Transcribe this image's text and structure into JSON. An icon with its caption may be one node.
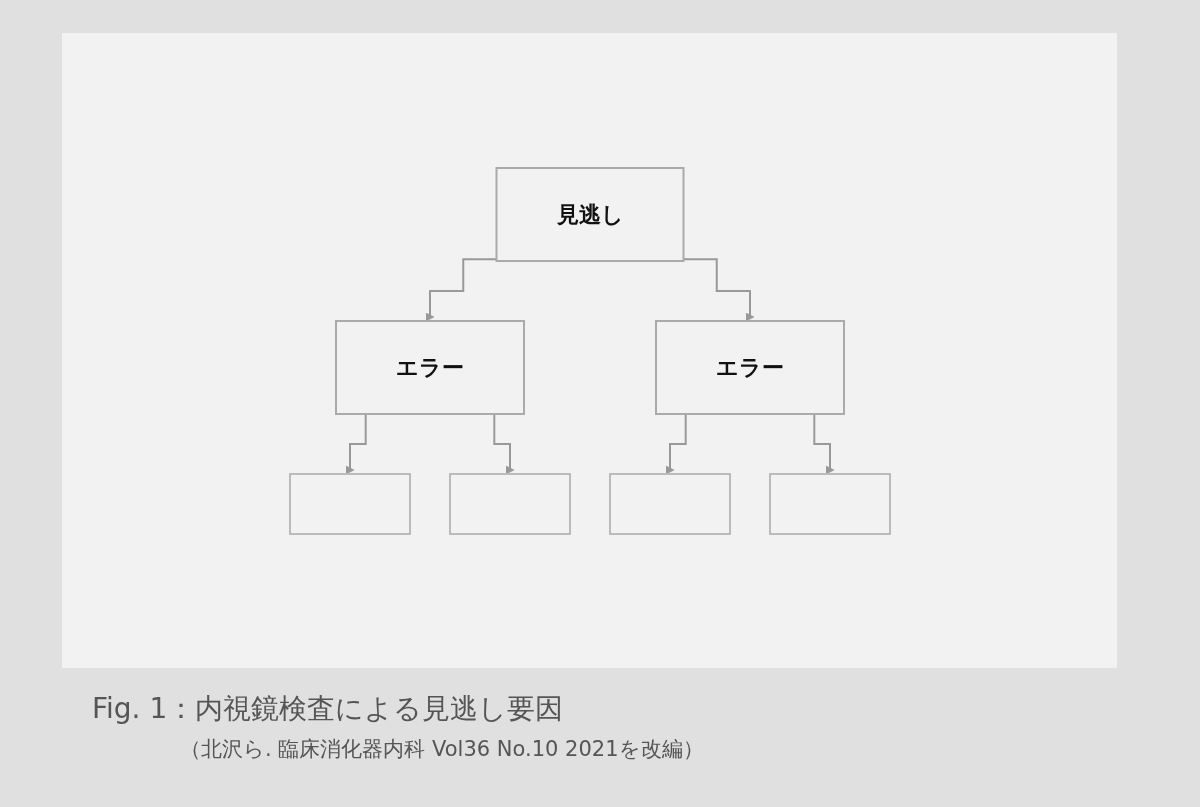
{
  "diagram": {
    "caption": "Fig. 1：内視鏡検査による見逃し要因",
    "nodes": [
      {
        "text": [
          "見逃し"
        ]
      },
      {
        "text": [
          "エラー"
        ]
      },
      {
        "text": [
          "エラー"
        ]
      },
      {
        "text": [],
        "shape": "box"
      },
      {
        "text": [],
        "shape": "box"
      },
      {
        "text": [],
        "shape": "box"
      },
      {
        "text": [],
        "shape": "box"
      }
    ],
    "edges": [
      {
        "from": 0,
        "to": 1,
        "arrow": "to"
      },
      {
        "from": 0,
        "to": 2,
        "arrow": "to"
      },
      {
        "from": 1,
        "to": 3,
        "arrow": "to"
      },
      {
        "from": 1,
        "to": 4,
        "arrow": "to"
      },
      {
        "from": 2,
        "to": 5,
        "arrow": "to"
      },
      {
        "from": 2,
        "to": 6,
        "arrow": "to"
      }
    ],
    "labels": [
      "（北沢ら. 臨床消化器内科 Vol36 No.10 2021を改編）"
    ]
  }
}
